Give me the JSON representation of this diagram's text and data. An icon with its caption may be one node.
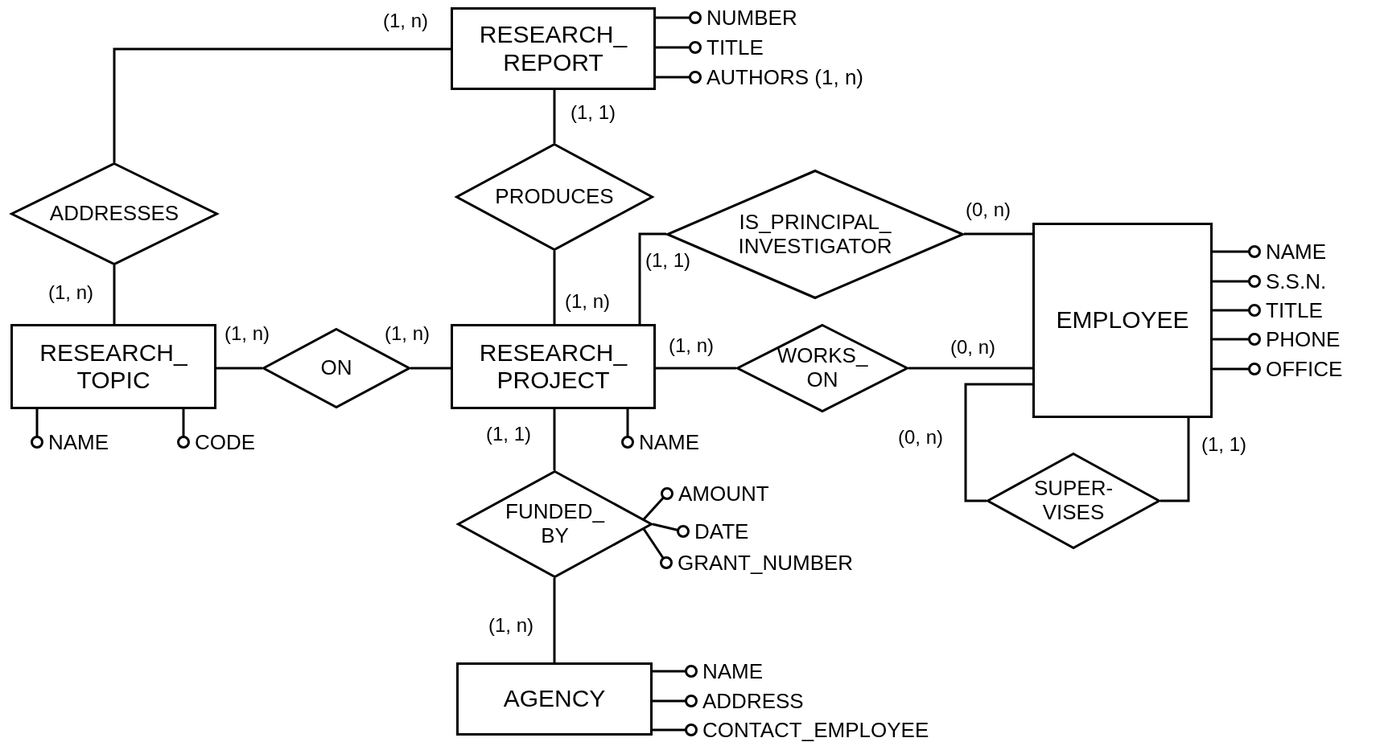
{
  "diagram": {
    "nodes": [
      {
        "text": [
          "RESEARCH_ REPORT"
        ]
      },
      {
        "text": [
          "NUMBER"
        ]
      },
      {
        "text": [
          "TITLE"
        ]
      },
      {
        "text": [
          "AUTHORS (1, n)"
        ]
      },
      {
        "text": [
          "PRODUCES"
        ]
      },
      {
        "text": [
          "ADDRESSES"
        ]
      },
      {
        "text": [
          "IS_PRINCIPAL_ INVESTIGATOR"
        ]
      },
      {
        "text": [
          "EMPLOYEE"
        ]
      },
      {
        "text": [
          "NAME"
        ]
      },
      {
        "text": [
          "S.S.N."
        ]
      },
      {
        "text": [
          "TITLE"
        ]
      },
      {
        "text": [
          "PHONE"
        ]
      },
      {
        "text": [
          "OFFICE"
        ]
      },
      {
        "text": [
          "RESEARCH_ TOPIC"
        ]
      },
      {
        "text": [
          "ON"
        ]
      },
      {
        "text": [
          "RESEARCH_ PROJECT"
        ]
      },
      {
        "text": [
          "WORKS_ ON"
        ]
      },
      {
        "text": [
          "NAME"
        ]
      },
      {
        "text": [
          "CODE"
        ]
      },
      {
        "text": [
          "NAME"
        ]
      },
      {
        "text": [
          "SUPER- VISES"
        ]
      },
      {
        "text": [
          "FUNDED_ BY"
        ]
      },
      {
        "text": [
          "AMOUNT"
        ]
      },
      {
        "text": [
          "DATE"
        ]
      },
      {
        "text": [
          "GRANT_NUMBER"
        ]
      },
      {
        "text": [
          "AGENCY"
        ]
      },
      {
        "text": [
          "NAME"
        ]
      },
      {
        "text": [
          "ADDRESS"
        ]
      },
      {
        "text": [
          "CONTACT_EMPLOYEE"
        ]
      }
    ],
    "edges": [
      {
        "from": 5,
        "to": 0,
        "arrow": "none",
        "label": "(1, n)"
      },
      {
        "from": 5,
        "to": 13,
        "arrow": "none",
        "label": "(1, n)"
      },
      {
        "from": 4,
        "to": 0,
        "arrow": "none",
        "label": "(1, 1)"
      },
      {
        "from": 4,
        "to": 15,
        "arrow": "none",
        "label": "(1, n)"
      },
      {
        "from": 6,
        "to": 15,
        "arrow": "none",
        "label": "(1, 1)"
      },
      {
        "from": 6,
        "to": 7,
        "arrow": "none",
        "label": "(0, n)"
      },
      {
        "from": 14,
        "to": 13,
        "arrow": "none",
        "label": "(1, n)"
      },
      {
        "from": 14,
        "to": 15,
        "arrow": "none",
        "label": "(1, n)"
      },
      {
        "from": 16,
        "to": 15,
        "arrow": "none",
        "label": "(1, n)"
      },
      {
        "from": 16,
        "to": 7,
        "arrow": "none",
        "label": "(0, n)"
      },
      {
        "from": 20,
        "to": 7,
        "arrow": "none",
        "label": "(0, n)"
      },
      {
        "from": 20,
        "to": 7,
        "arrow": "none",
        "label": "(1, 1)"
      },
      {
        "from": 21,
        "to": 15,
        "arrow": "none",
        "label": "(1, 1)"
      },
      {
        "from": 21,
        "to": 25,
        "arrow": "none",
        "label": "(1, n)"
      },
      {
        "from": 0,
        "to": 1,
        "arrow": "other"
      },
      {
        "from": 0,
        "to": 2,
        "arrow": "other"
      },
      {
        "from": 0,
        "to": 3,
        "arrow": "other"
      },
      {
        "from": 7,
        "to": 8,
        "arrow": "other"
      },
      {
        "from": 7,
        "to": 9,
        "arrow": "other"
      },
      {
        "from": 7,
        "to": 10,
        "arrow": "other"
      },
      {
        "from": 7,
        "to": 11,
        "arrow": "other"
      },
      {
        "from": 7,
        "to": 12,
        "arrow": "other"
      },
      {
        "from": 13,
        "to": 17,
        "arrow": "other"
      },
      {
        "from": 13,
        "to": 18,
        "arrow": "other"
      },
      {
        "from": 15,
        "to": 19,
        "arrow": "other"
      },
      {
        "from": 21,
        "to": 22,
        "arrow": "other"
      },
      {
        "from": 21,
        "to": 23,
        "arrow": "other"
      },
      {
        "from": 21,
        "to": 24,
        "arrow": "other"
      },
      {
        "from": 25,
        "to": 26,
        "arrow": "other"
      },
      {
        "from": 25,
        "to": 27,
        "arrow": "other"
      },
      {
        "from": 25,
        "to": 28,
        "arrow": "other"
      }
    ]
  }
}
